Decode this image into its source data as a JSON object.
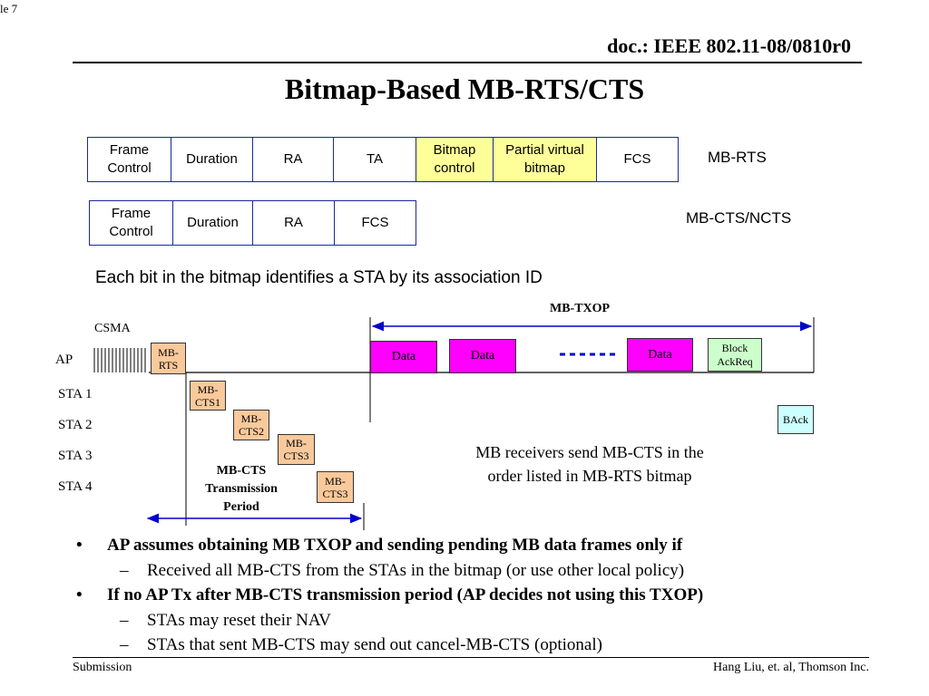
{
  "header": {
    "corner_text": "le 7",
    "doc_id": "doc.: IEEE 802.11-08/0810r0",
    "title": "Bitmap-Based MB-RTS/CTS"
  },
  "mb_rts_frame": {
    "label": "MB-RTS",
    "fields": [
      "Frame\nControl",
      "Duration",
      "RA",
      "TA",
      "Bitmap\ncontrol",
      "Partial virtual\nbitmap",
      "FCS"
    ]
  },
  "mb_cts_frame": {
    "label": "MB-CTS/NCTS",
    "fields": [
      "Frame\nControl",
      "Duration",
      "RA",
      "FCS"
    ]
  },
  "bitmap_note": "Each bit in the bitmap identifies a STA by its association ID",
  "timeline": {
    "txop_label": "MB-TXOP",
    "csma_label": "CSMA",
    "stations": [
      "AP",
      "STA 1",
      "STA 2",
      "STA 3",
      "STA 4"
    ],
    "mb_rts": "MB-\nRTS",
    "cts_frames": [
      "MB-\nCTS1",
      "MB-\nCTS2",
      "MB-\nCTS3",
      "MB-\nCTS3"
    ],
    "data_frames": [
      "Data",
      "Data",
      "Data"
    ],
    "block_ack_req": "Block\nAckReq",
    "back": "BAck",
    "period_label": "MB-CTS\nTransmission\nPeriod",
    "receivers_note": "MB receivers send MB-CTS in the\norder listed in MB-RTS bitmap"
  },
  "bullets": [
    {
      "level": 1,
      "text": "AP assumes obtaining MB TXOP and sending pending MB data frames only if"
    },
    {
      "level": 2,
      "text": "Received all MB-CTS from the STAs in the bitmap (or use other local policy)"
    },
    {
      "level": 1,
      "text": "If no AP Tx after MB-CTS transmission period (AP decides not using this TXOP)"
    },
    {
      "level": 2,
      "text": "STAs may reset their NAV"
    },
    {
      "level": 2,
      "text": "STAs that sent MB-CTS may send out cancel-MB-CTS (optional)"
    }
  ],
  "footer": {
    "left": "Submission",
    "right": "Hang Liu, et. al, Thomson Inc."
  },
  "colors": {
    "frame_border": "#1a2a9a",
    "bitmap_field": "#ffff99",
    "cts_box": "#f9c99b",
    "data_box": "#ff00ff",
    "block_ack_req": "#ccffcc",
    "back_box": "#ccffff",
    "arrow": "#0000cc"
  }
}
